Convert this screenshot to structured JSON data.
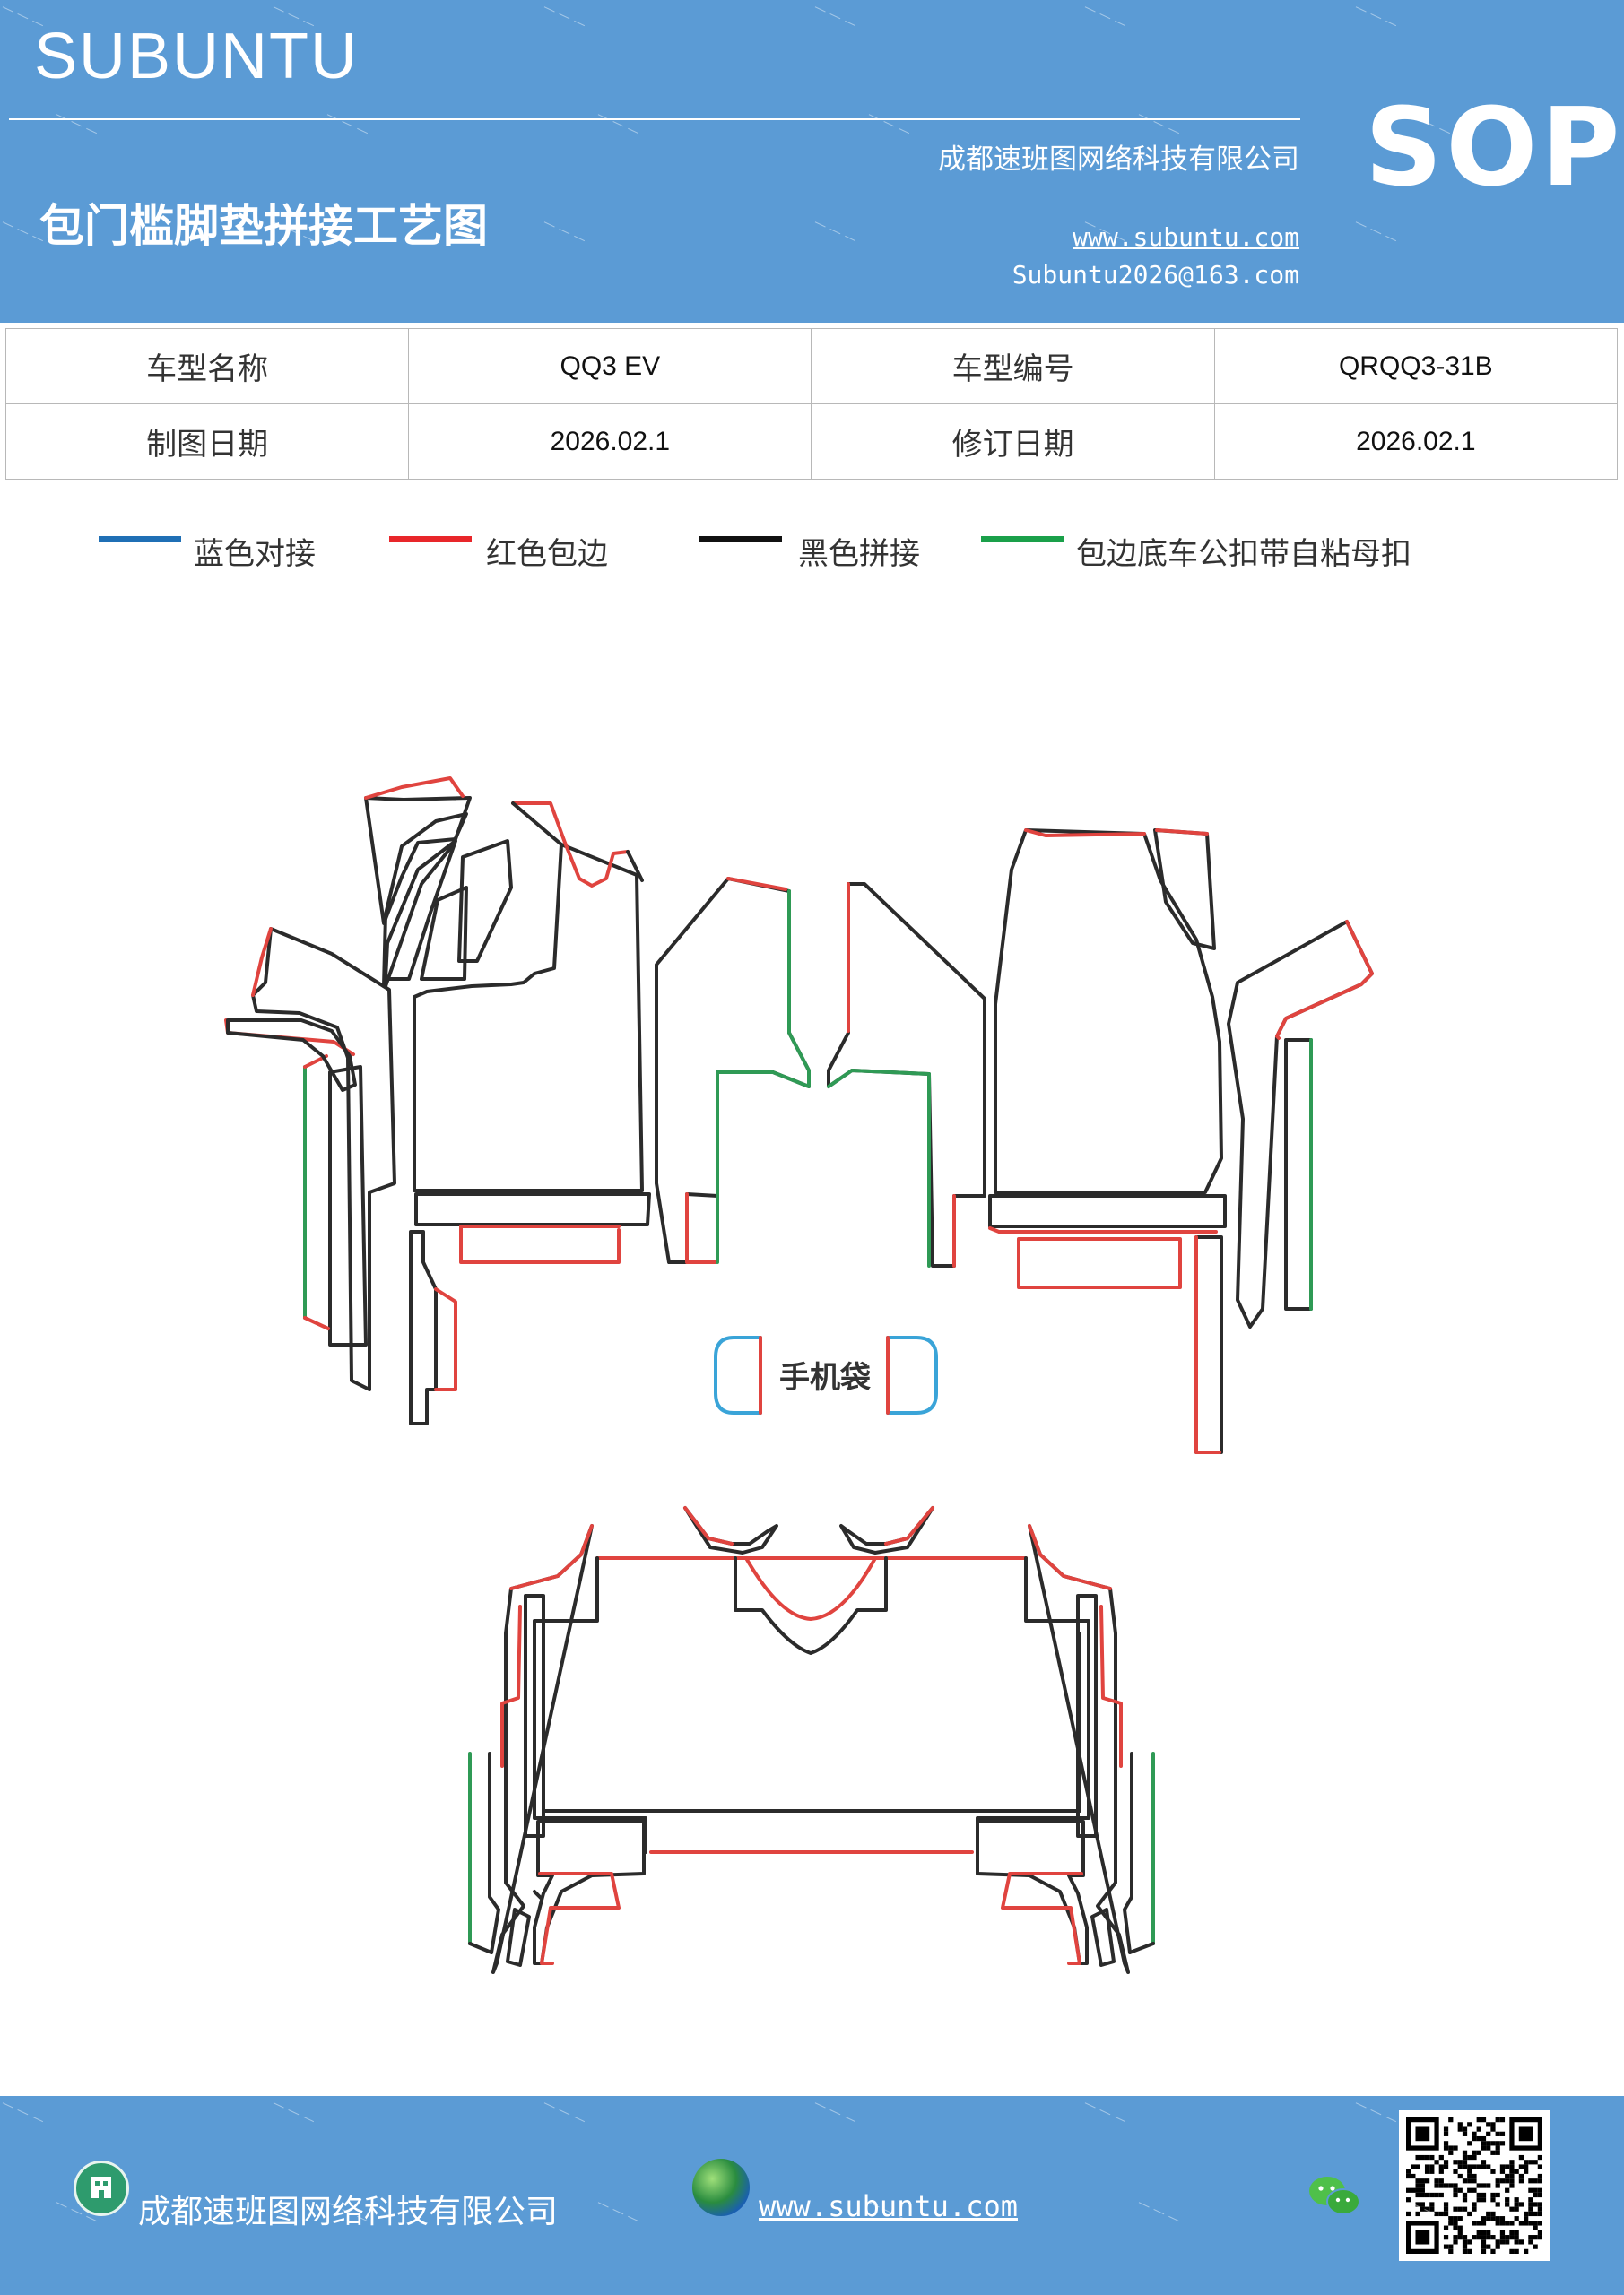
{
  "header": {
    "brand": "SUBUNTU",
    "title": "包门槛脚垫拼接工艺图",
    "company": "成都速班图网络科技有限公司",
    "website": "www.subuntu.com",
    "email": "Subuntu2026@163.com",
    "badge": "SOP",
    "bg_color": "#5b9bd5"
  },
  "info": {
    "row1": {
      "label1": "车型名称",
      "value1": "QQ3  EV",
      "label2": "车型编号",
      "value2": "QRQQ3-31B"
    },
    "row2": {
      "label1": "制图日期",
      "value1": "2026.02.1",
      "label2": "修订日期",
      "value2": "2026.02.1"
    }
  },
  "legend": [
    {
      "label": "蓝色对接",
      "color": "#1f6fb5"
    },
    {
      "label": "红色包边",
      "color": "#e8262a"
    },
    {
      "label": "黑色拼接",
      "color": "#111111"
    },
    {
      "label": "包边底车公扣带自粘母扣",
      "color": "#1aa04a"
    }
  ],
  "diagram": {
    "phone_bag_label": "手机袋",
    "colors": {
      "black": "#2b2b2b",
      "red": "#e0443f",
      "green": "#2f9a55",
      "blue": "#3aa4d8"
    }
  },
  "footer": {
    "company": "成都速班图网络科技有限公司",
    "website": "www.subuntu.com",
    "icons": [
      "building-icon",
      "globe-icon",
      "wechat-icon",
      "qr-code"
    ]
  }
}
